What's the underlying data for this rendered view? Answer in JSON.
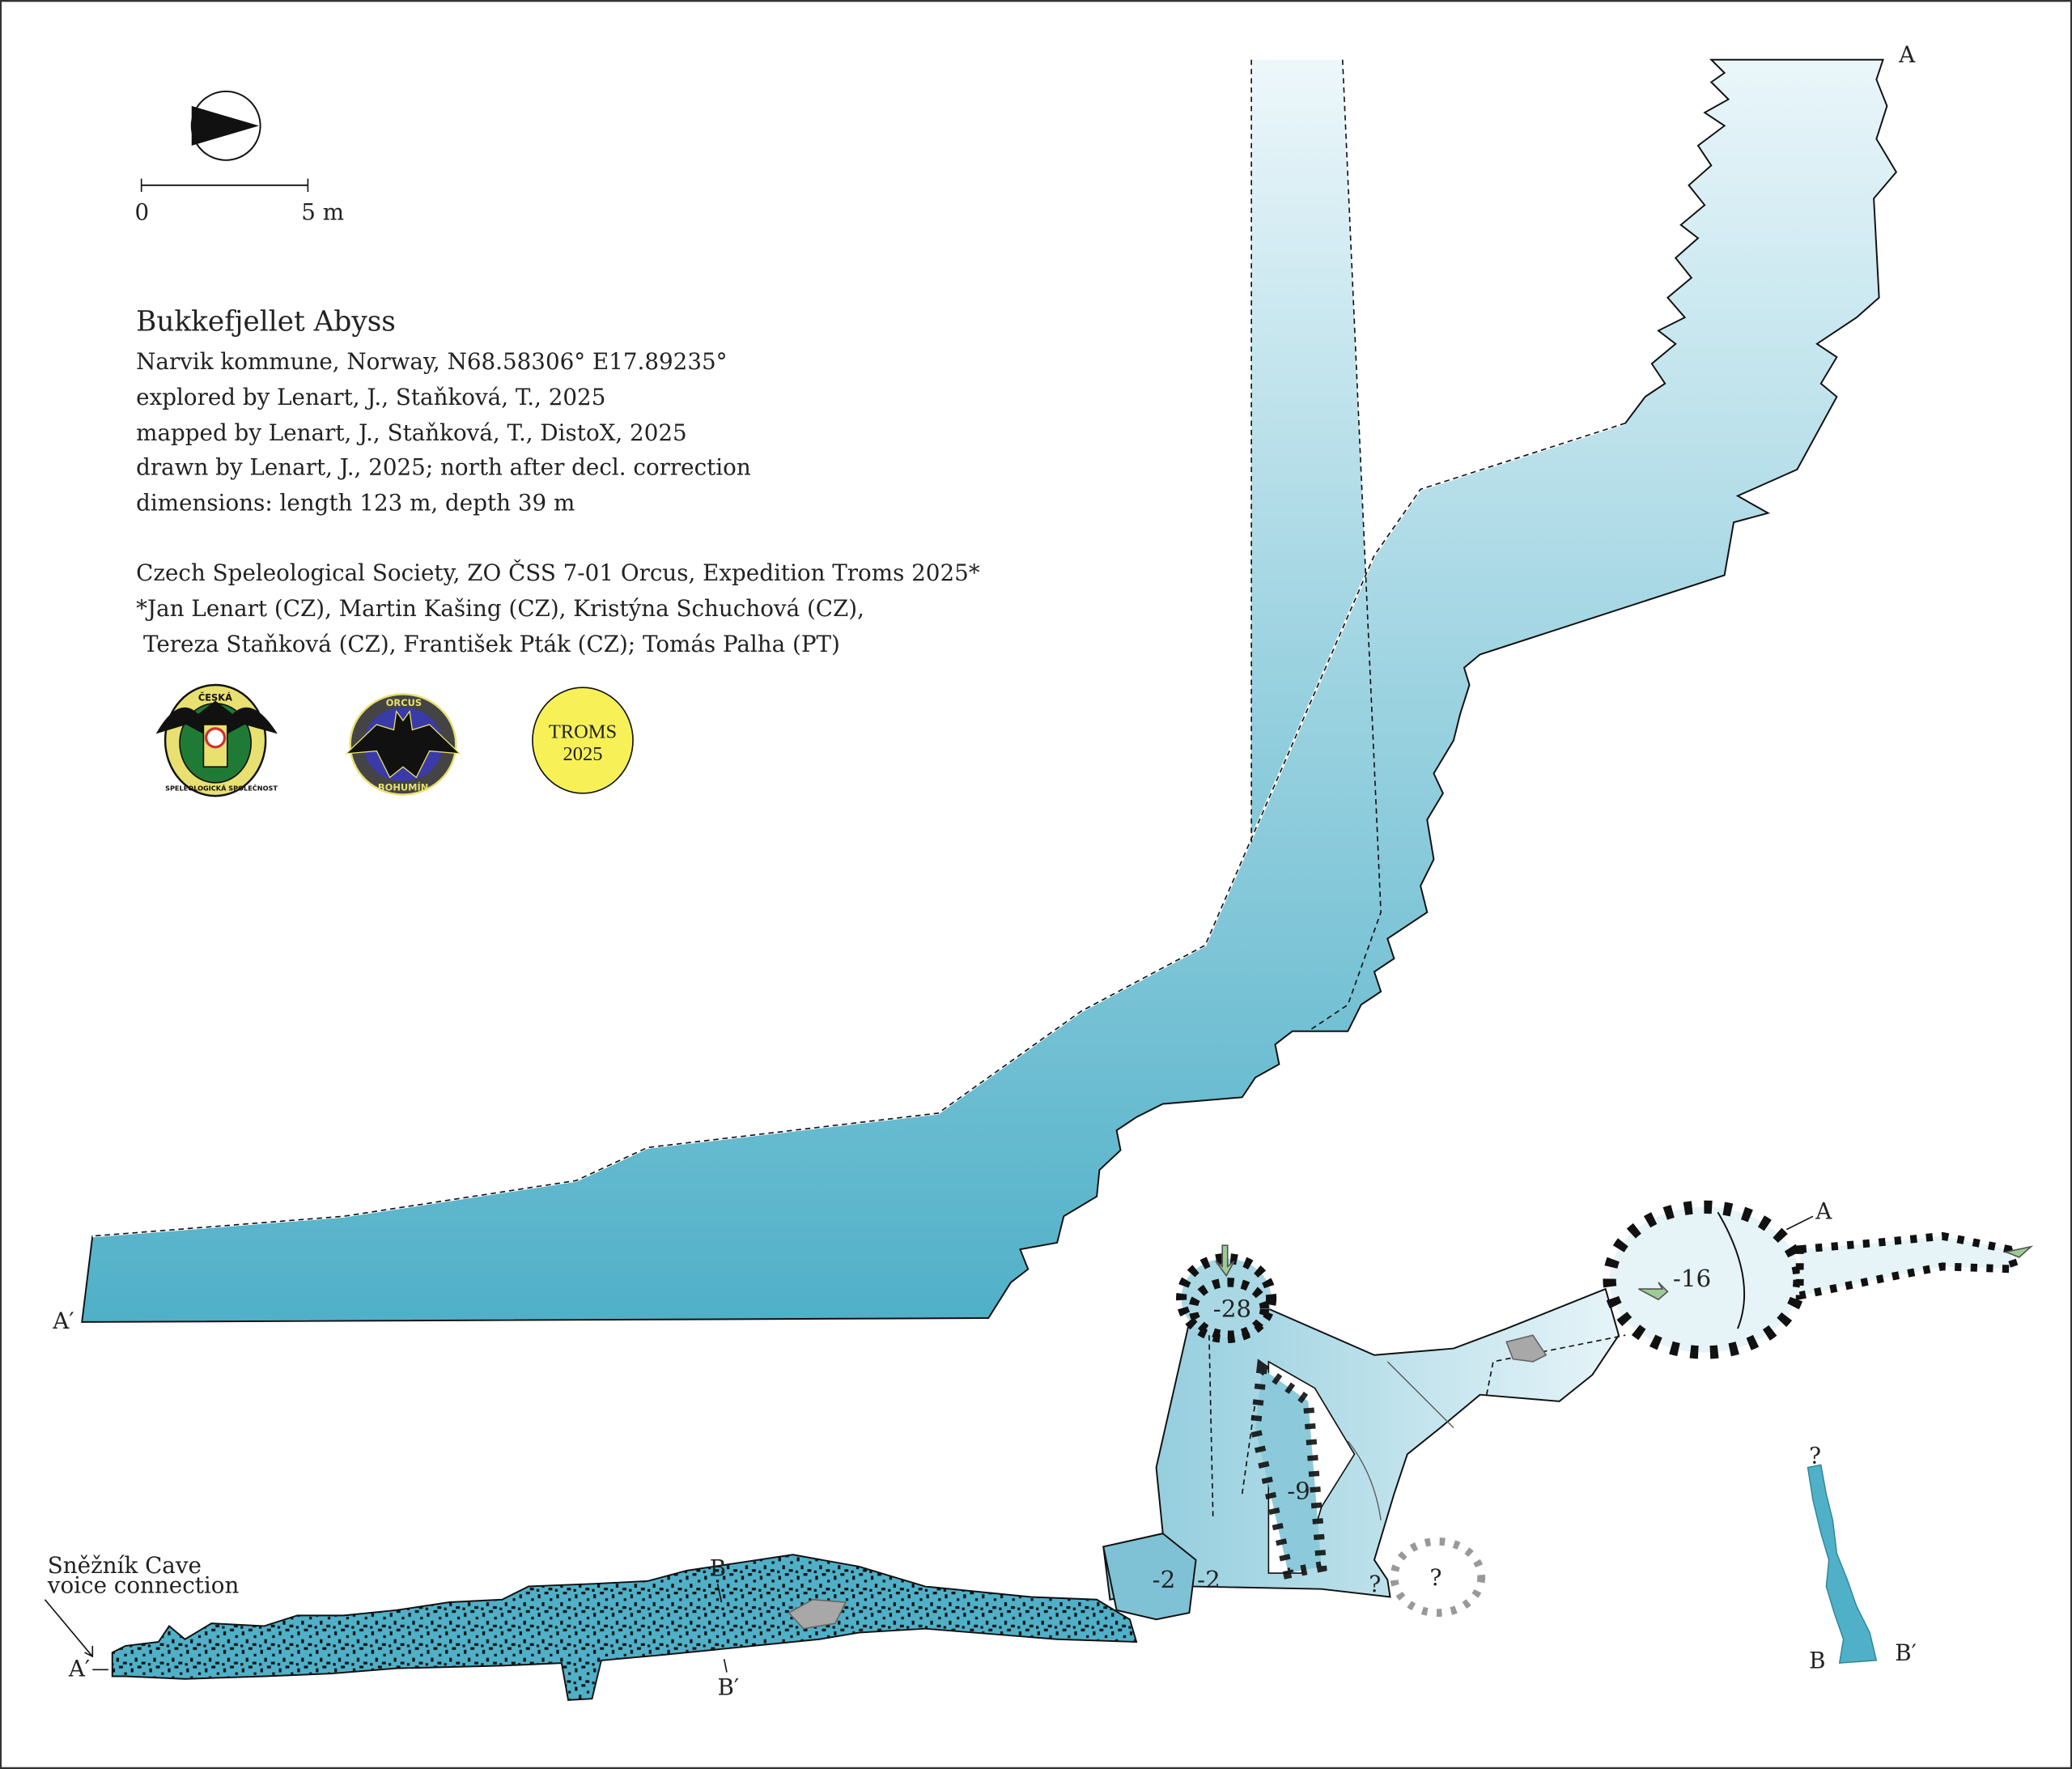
{
  "map": {
    "title": "Bukkefjellet Abyss",
    "info_lines": [
      "Narvik kommune, Norway, N68.58306° E17.89235°",
      "explored by Lenart, J., Staňková, T., 2025",
      "mapped by Lenart, J., Staňková, T., DistoX, 2025",
      "drawn by Lenart, J., 2025; north after decl. correction",
      "dimensions: length 123 m, depth 39 m"
    ],
    "credit_lines": [
      "Czech Speleological Society, ZO ČSS 7-01 Orcus, Expedition Troms 2025*",
      "*Jan Lenart (CZ), Martin Kašing (CZ), Kristýna Schuchová (CZ),",
      " Tereza Staňková (CZ), František Pták (CZ); Tomás Palha (PT)"
    ],
    "scale": {
      "start": "0",
      "end": "5 m"
    },
    "north_arrow": "north-arrow-icon",
    "logos": {
      "csp_top": "ČESKÁ",
      "csp_bottom": "SPELEOLOGICKÁ SPOLEČNOST",
      "orcus_top": "ORCUS",
      "orcus_bottom": "BOHUMÍN",
      "troms_line1": "TROMS",
      "troms_line2": "2025"
    },
    "profile_labels": {
      "a": "A",
      "a_prime": "A′"
    },
    "plan_labels": {
      "a": "A",
      "a_prime": "A′",
      "b": "B",
      "b_prime": "B′",
      "connection": [
        "Sněžník Cave",
        "voice connection"
      ],
      "depths": [
        "-28",
        "-16",
        "-9",
        "-2",
        "-2"
      ],
      "unknown": [
        "?",
        "?"
      ]
    },
    "section_labels": {
      "top": "?",
      "b": "B",
      "b_prime": "B′"
    },
    "colors": {
      "deep": "#4fb0c8",
      "light": "#e8f5f9",
      "plan": "#a9d8e4",
      "rock": "#a8a8a8",
      "arrow": "#9ccc94"
    }
  }
}
